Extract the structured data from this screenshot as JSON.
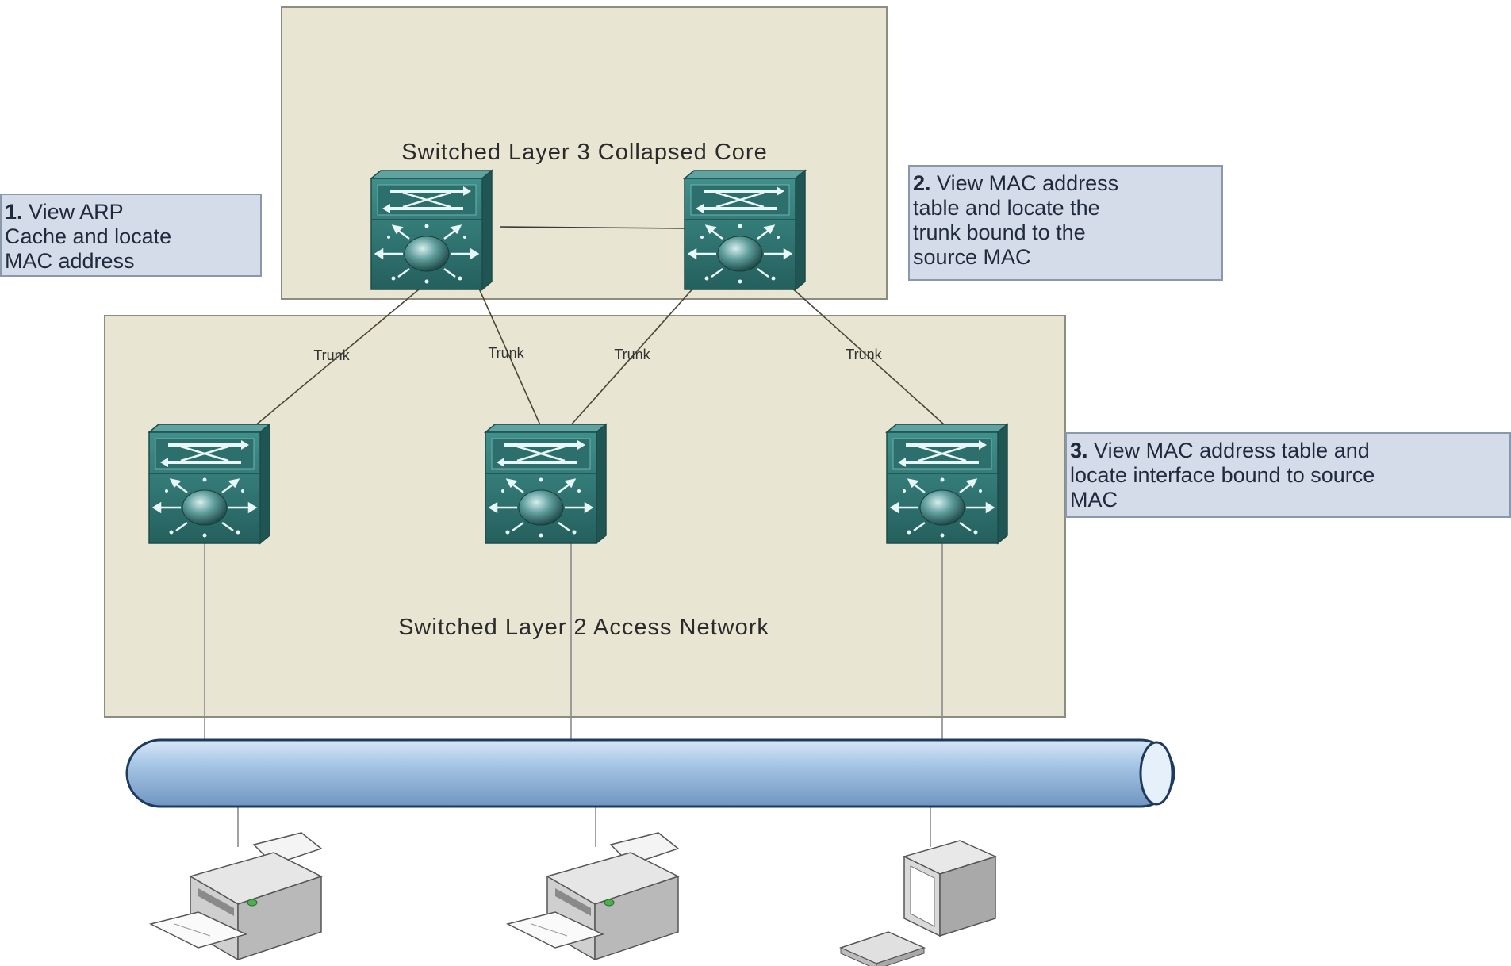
{
  "core_zone": {
    "label": "Switched Layer 3 Collapsed Core"
  },
  "access_zone": {
    "label": "Switched Layer  2 Access Network"
  },
  "trunk_links": [
    {
      "label": "Trunk"
    },
    {
      "label": "Trunk"
    },
    {
      "label": "Trunk"
    },
    {
      "label": "Trunk"
    }
  ],
  "callouts": [
    {
      "number": "1.",
      "lines": [
        "View ARP",
        "Cache and locate",
        "MAC address"
      ]
    },
    {
      "number": "2.",
      "lines": [
        "View MAC address",
        "table and locate the",
        "trunk bound to the",
        "source MAC"
      ]
    },
    {
      "number": "3.",
      "lines": [
        "View MAC address table and",
        "locate interface bound to source",
        "MAC"
      ]
    }
  ],
  "colors": {
    "zone_fill": "#e8e6d3",
    "zone_border": "#8c8c80",
    "switch_teal": "#2f7f7c",
    "bus_blue": "#a8c8e8",
    "callout_fill": "#d3dce8"
  }
}
